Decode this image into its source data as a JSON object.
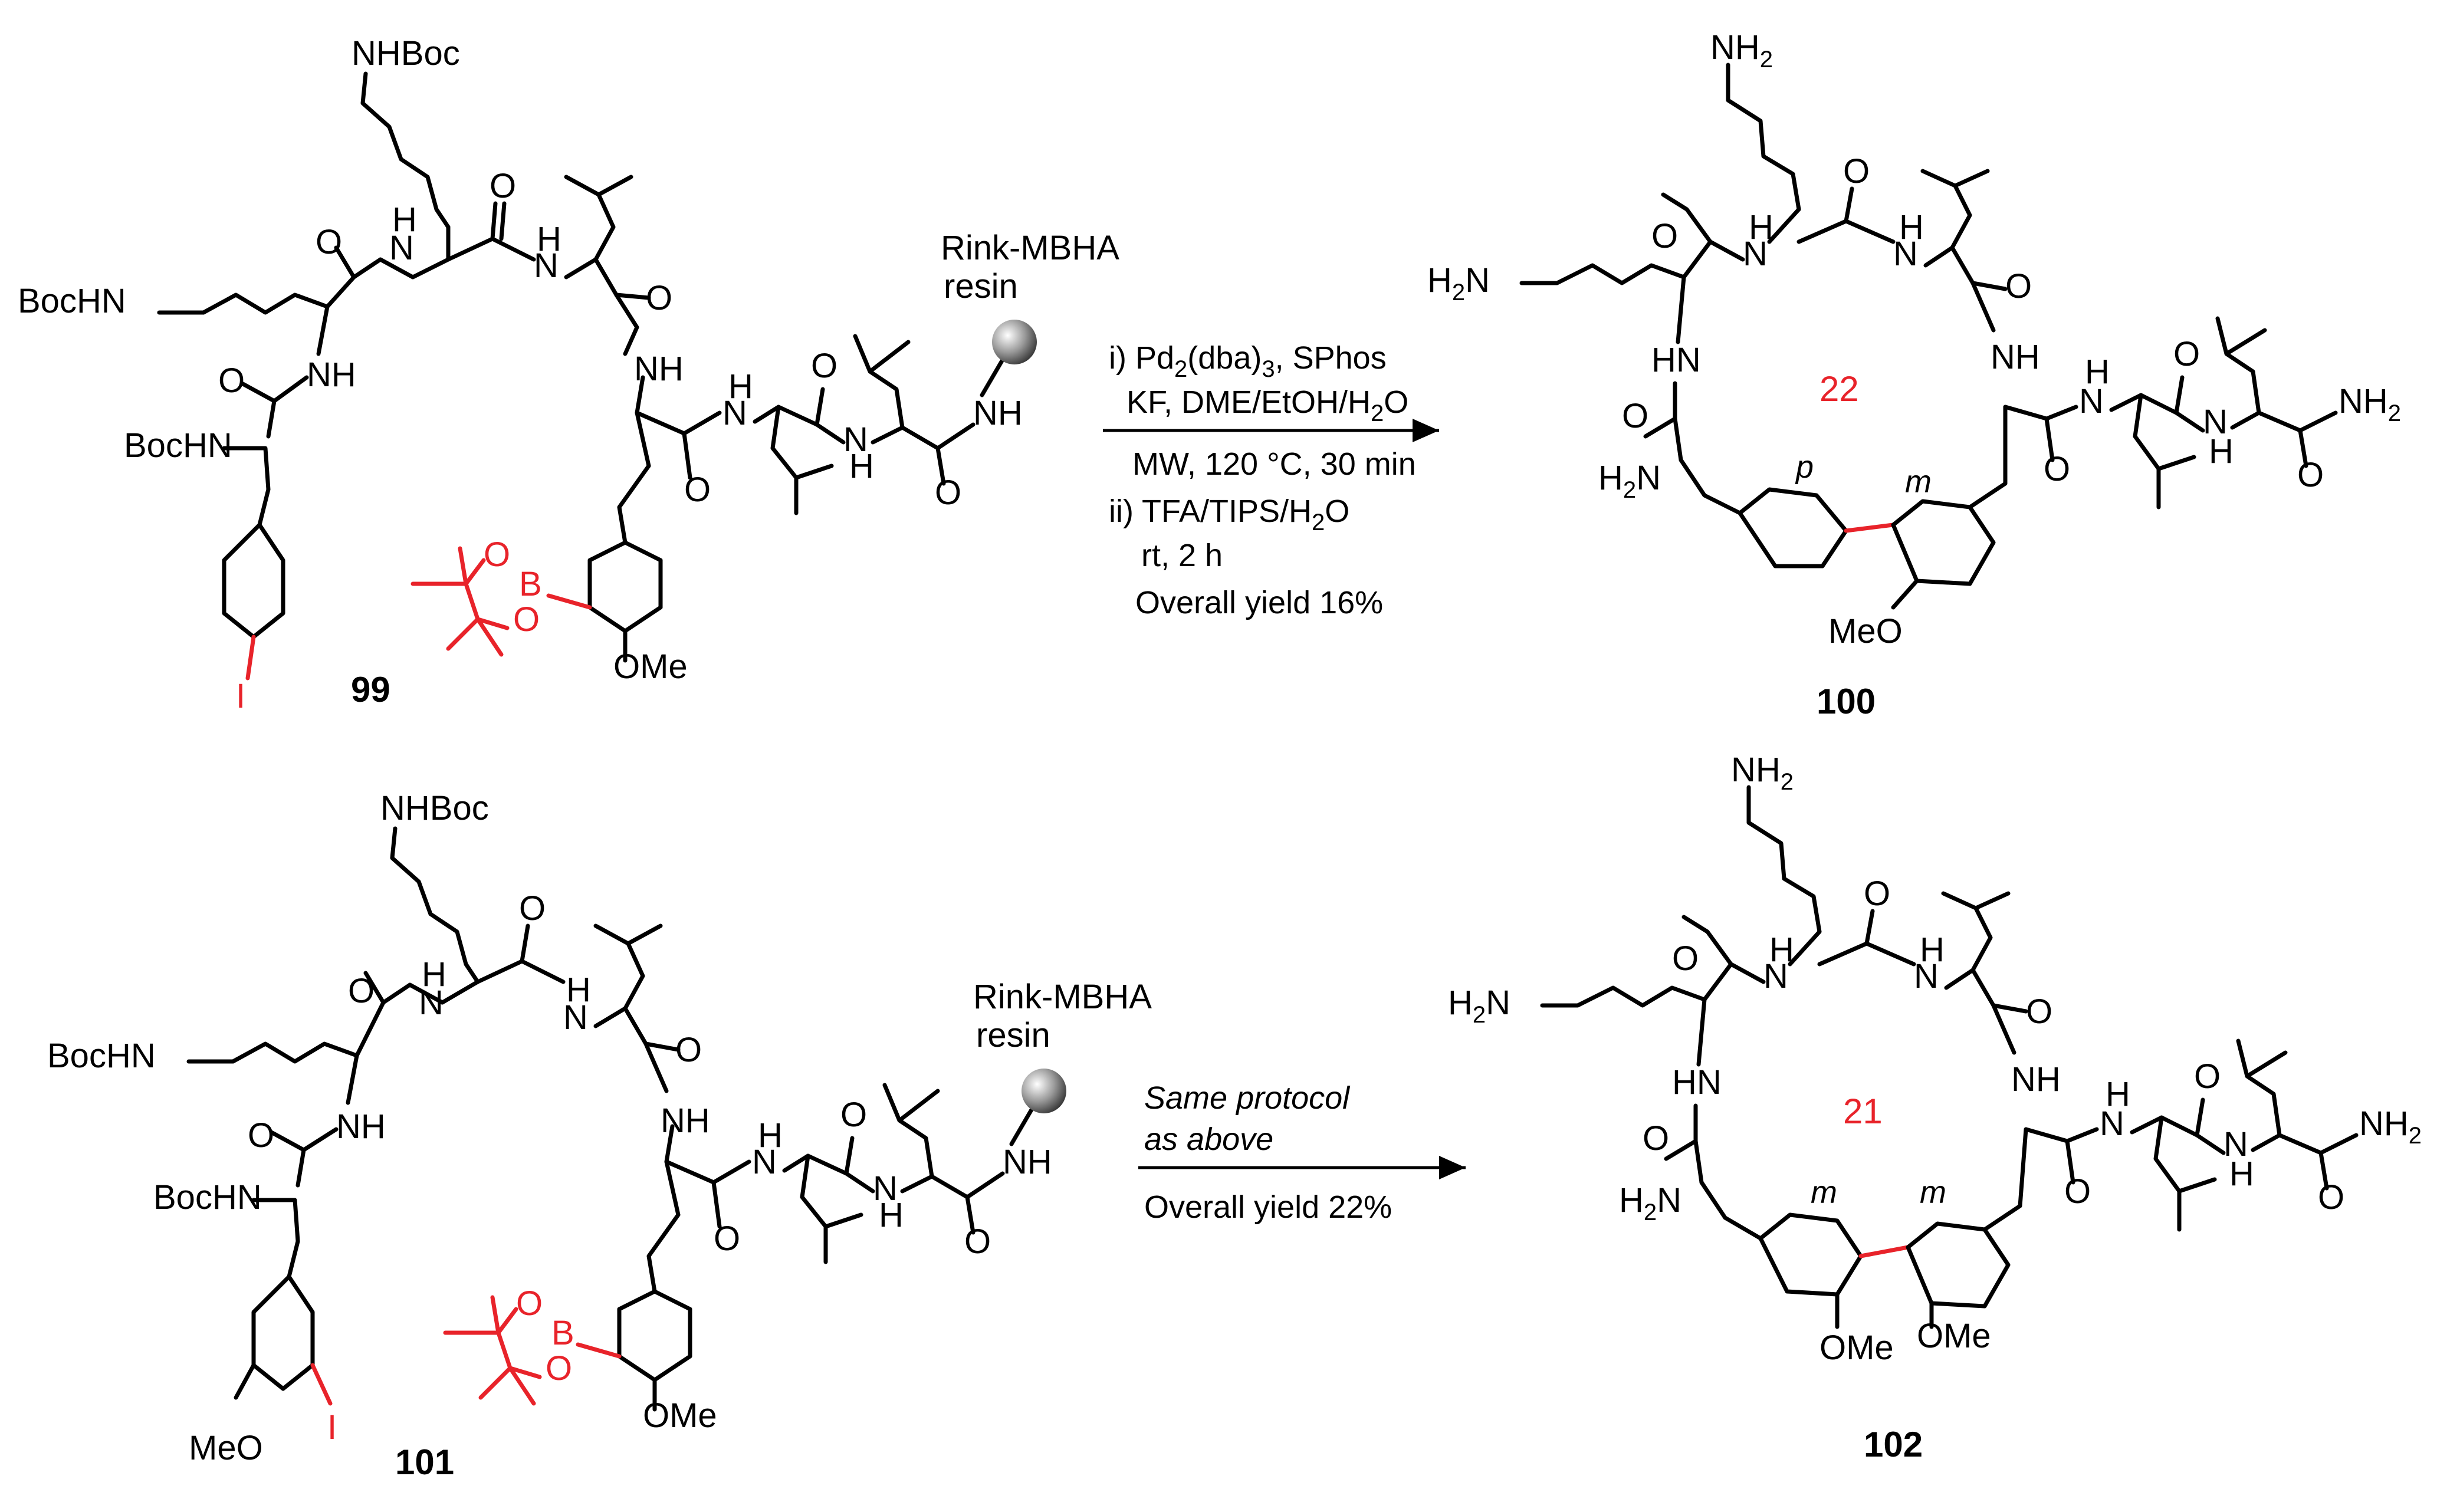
{
  "colors": {
    "highlight": "#e8232a",
    "ink": "#000000",
    "bead": "#9a9a9a"
  },
  "compounds": {
    "c99": "99",
    "c100": "100",
    "c101": "101",
    "c102": "102"
  },
  "labels": {
    "nhboc": "NHBoc",
    "bochn": "BocHN",
    "nh2": "NH",
    "h2n": "H",
    "nh": "NH",
    "hn": "HN",
    "n": "N",
    "h": "H",
    "o": "O",
    "i": "I",
    "b": "B",
    "meo": "MeO",
    "ome": "OMe",
    "resin_line1": "Rink-MBHA",
    "resin_line2": "resin",
    "sub2": "2",
    "p": "p",
    "m": "m"
  },
  "ring_sizes": {
    "r100": "22",
    "r102": "21"
  },
  "conditions_top": {
    "step1_a": "i) Pd",
    "step1_sub2": "2",
    "step1_b": "(dba)",
    "step1_sub3": "3",
    "step1_c": ", SPhos",
    "step1_line2a": "KF,  DME/EtOH/H",
    "step1_line2sub": "2",
    "step1_line2b": "O",
    "step1_line3": "MW, 120 °C, 30 min",
    "step2_a": "ii) TFA/TIPS/H",
    "step2_sub": "2",
    "step2_b": "O",
    "step2_line2": "rt, 2 h",
    "yield": "Overall yield 16%"
  },
  "conditions_bottom": {
    "line1": "Same protocol",
    "line2": "as above",
    "yield": "Overall yield 22%"
  }
}
